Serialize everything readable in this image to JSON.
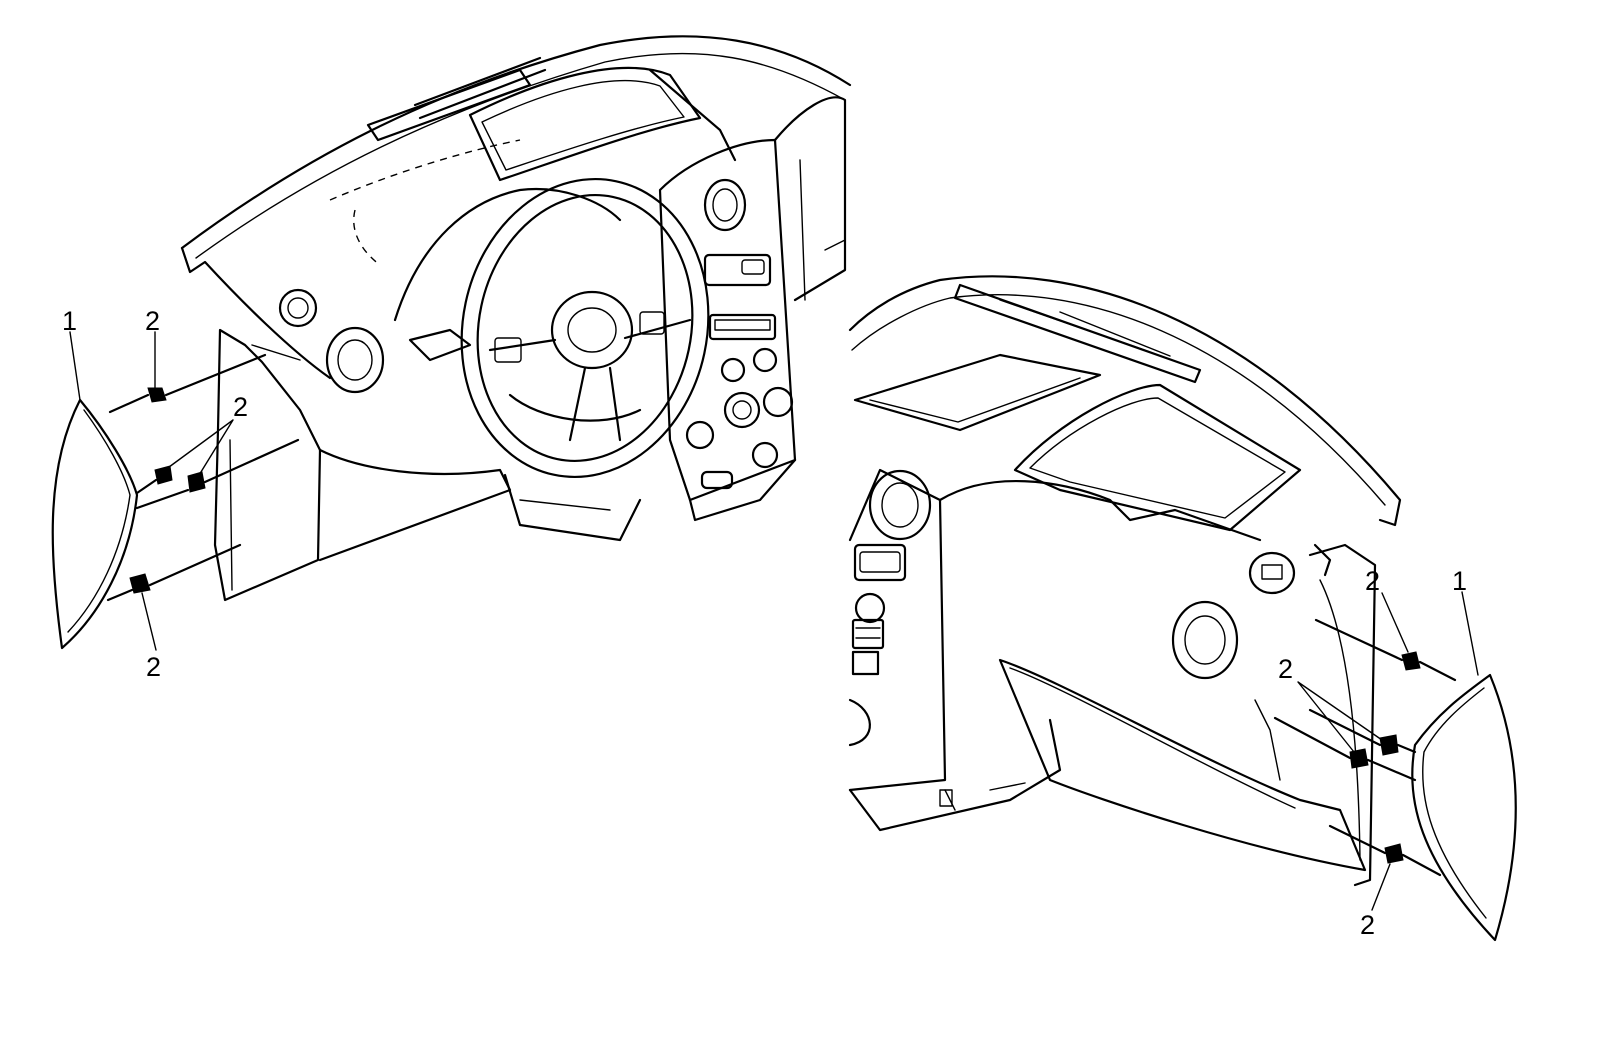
{
  "callouts": {
    "left_part": "1",
    "left_clip_top": "2",
    "left_clip_middle": "2",
    "left_clip_bottom": "2",
    "right_part": "1",
    "right_clip_top": "2",
    "right_clip_middle": "2",
    "right_clip_bottom": "2"
  }
}
